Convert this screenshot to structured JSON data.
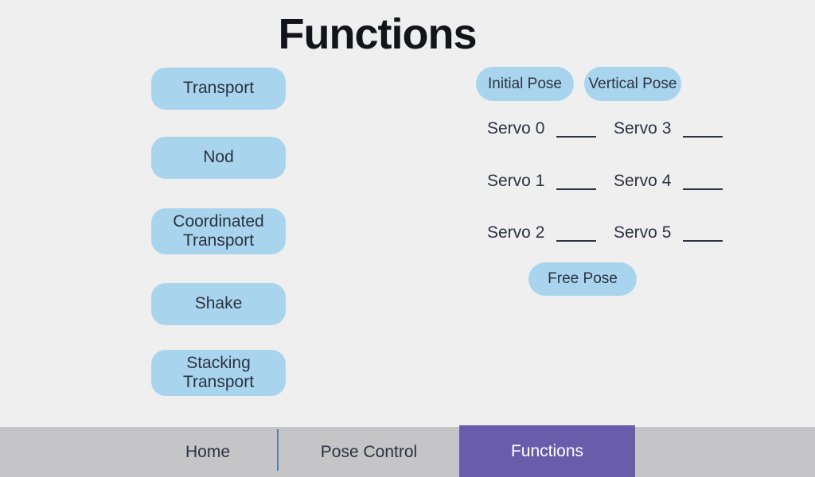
{
  "title": "Functions",
  "colors": {
    "background": "#f0efef",
    "button_blue": "#a9d4ee",
    "text_dark": "#2b3240",
    "tab_bar_gray": "#c5c4c6",
    "active_tab_purple": "#695caa",
    "active_tab_text": "#ffffff",
    "divider_blue": "#5580ab"
  },
  "function_buttons": [
    {
      "label": "Transport"
    },
    {
      "label": "Nod"
    },
    {
      "label": "Coordinated Transport"
    },
    {
      "label": "Shake"
    },
    {
      "label": "Stacking Transport"
    }
  ],
  "pose_buttons": {
    "initial": "Initial Pose",
    "vertical": "Vertical Pose",
    "free": "Free Pose"
  },
  "servos": [
    {
      "label": "Servo 0",
      "value": ""
    },
    {
      "label": "Servo 1",
      "value": ""
    },
    {
      "label": "Servo 2",
      "value": ""
    },
    {
      "label": "Servo 3",
      "value": ""
    },
    {
      "label": "Servo 4",
      "value": ""
    },
    {
      "label": "Servo 5",
      "value": ""
    }
  ],
  "tab_bar": {
    "tabs": [
      {
        "label": "Home",
        "active": false
      },
      {
        "label": "Pose Control",
        "active": false
      },
      {
        "label": "Functions",
        "active": true
      }
    ]
  }
}
